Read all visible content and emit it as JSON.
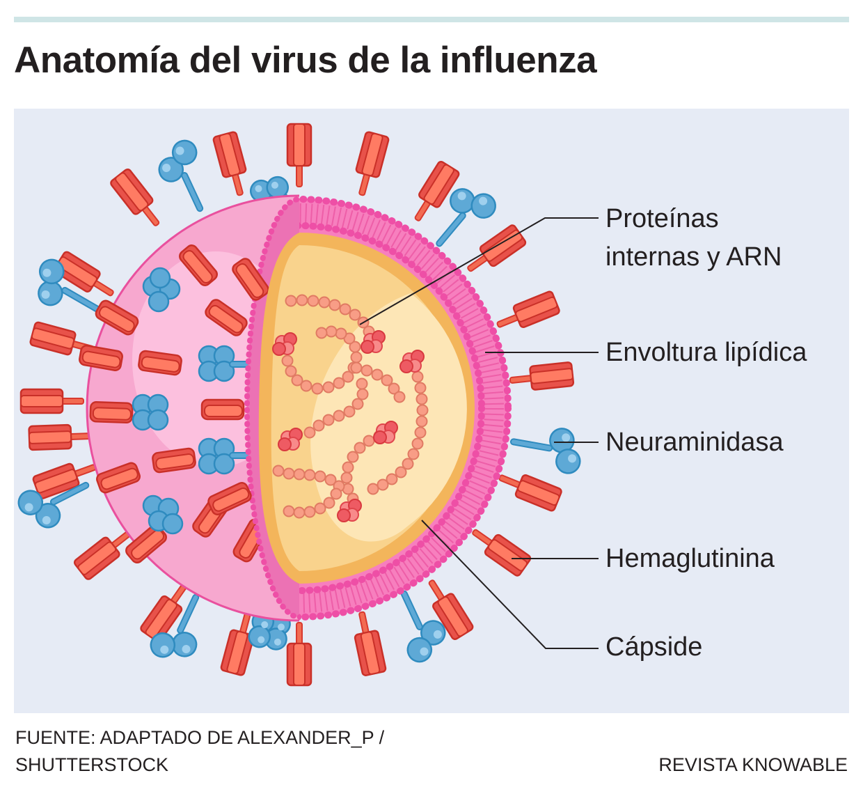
{
  "header": {
    "title": "Anatomía del virus de la influenza"
  },
  "diagram": {
    "subject": "influenza-virus-cross-section",
    "colors": {
      "panel_background": "#e6ebf5",
      "top_rule": "#cfe5e6",
      "envelope_pink": "#f7a8cf",
      "envelope_dark_pink": "#ec6db0",
      "lipid_dots": "#ee4fa6",
      "capsid_orange": "#f3b55b",
      "core_light": "#fde6b6",
      "core_mid": "#f9d38d",
      "rna_beads": "#f89d86",
      "rna_clusters": "#ee5b63",
      "hemagglutinin_red": "#f26b52",
      "hemagglutinin_outline": "#d8392e",
      "neuraminidase_blue": "#5ea9d6",
      "neuraminidase_outline": "#2f8bbf",
      "leader_line": "#231f20"
    },
    "labels": [
      {
        "id": "proteins-rna",
        "line1": "Proteínas",
        "line2": "internas y ARN"
      },
      {
        "id": "lipid-envelope",
        "text": "Envoltura lipídica"
      },
      {
        "id": "neuraminidase",
        "text": "Neuraminidasa"
      },
      {
        "id": "hemagglutinin",
        "text": "Hemaglutinina"
      },
      {
        "id": "capsid",
        "text": "Cápside"
      }
    ]
  },
  "footer": {
    "source_line1": "FUENTE: ADAPTADO DE ALEXANDER_P /",
    "source_line2": "SHUTTERSTOCK",
    "publisher": "REVISTA KNOWABLE"
  }
}
